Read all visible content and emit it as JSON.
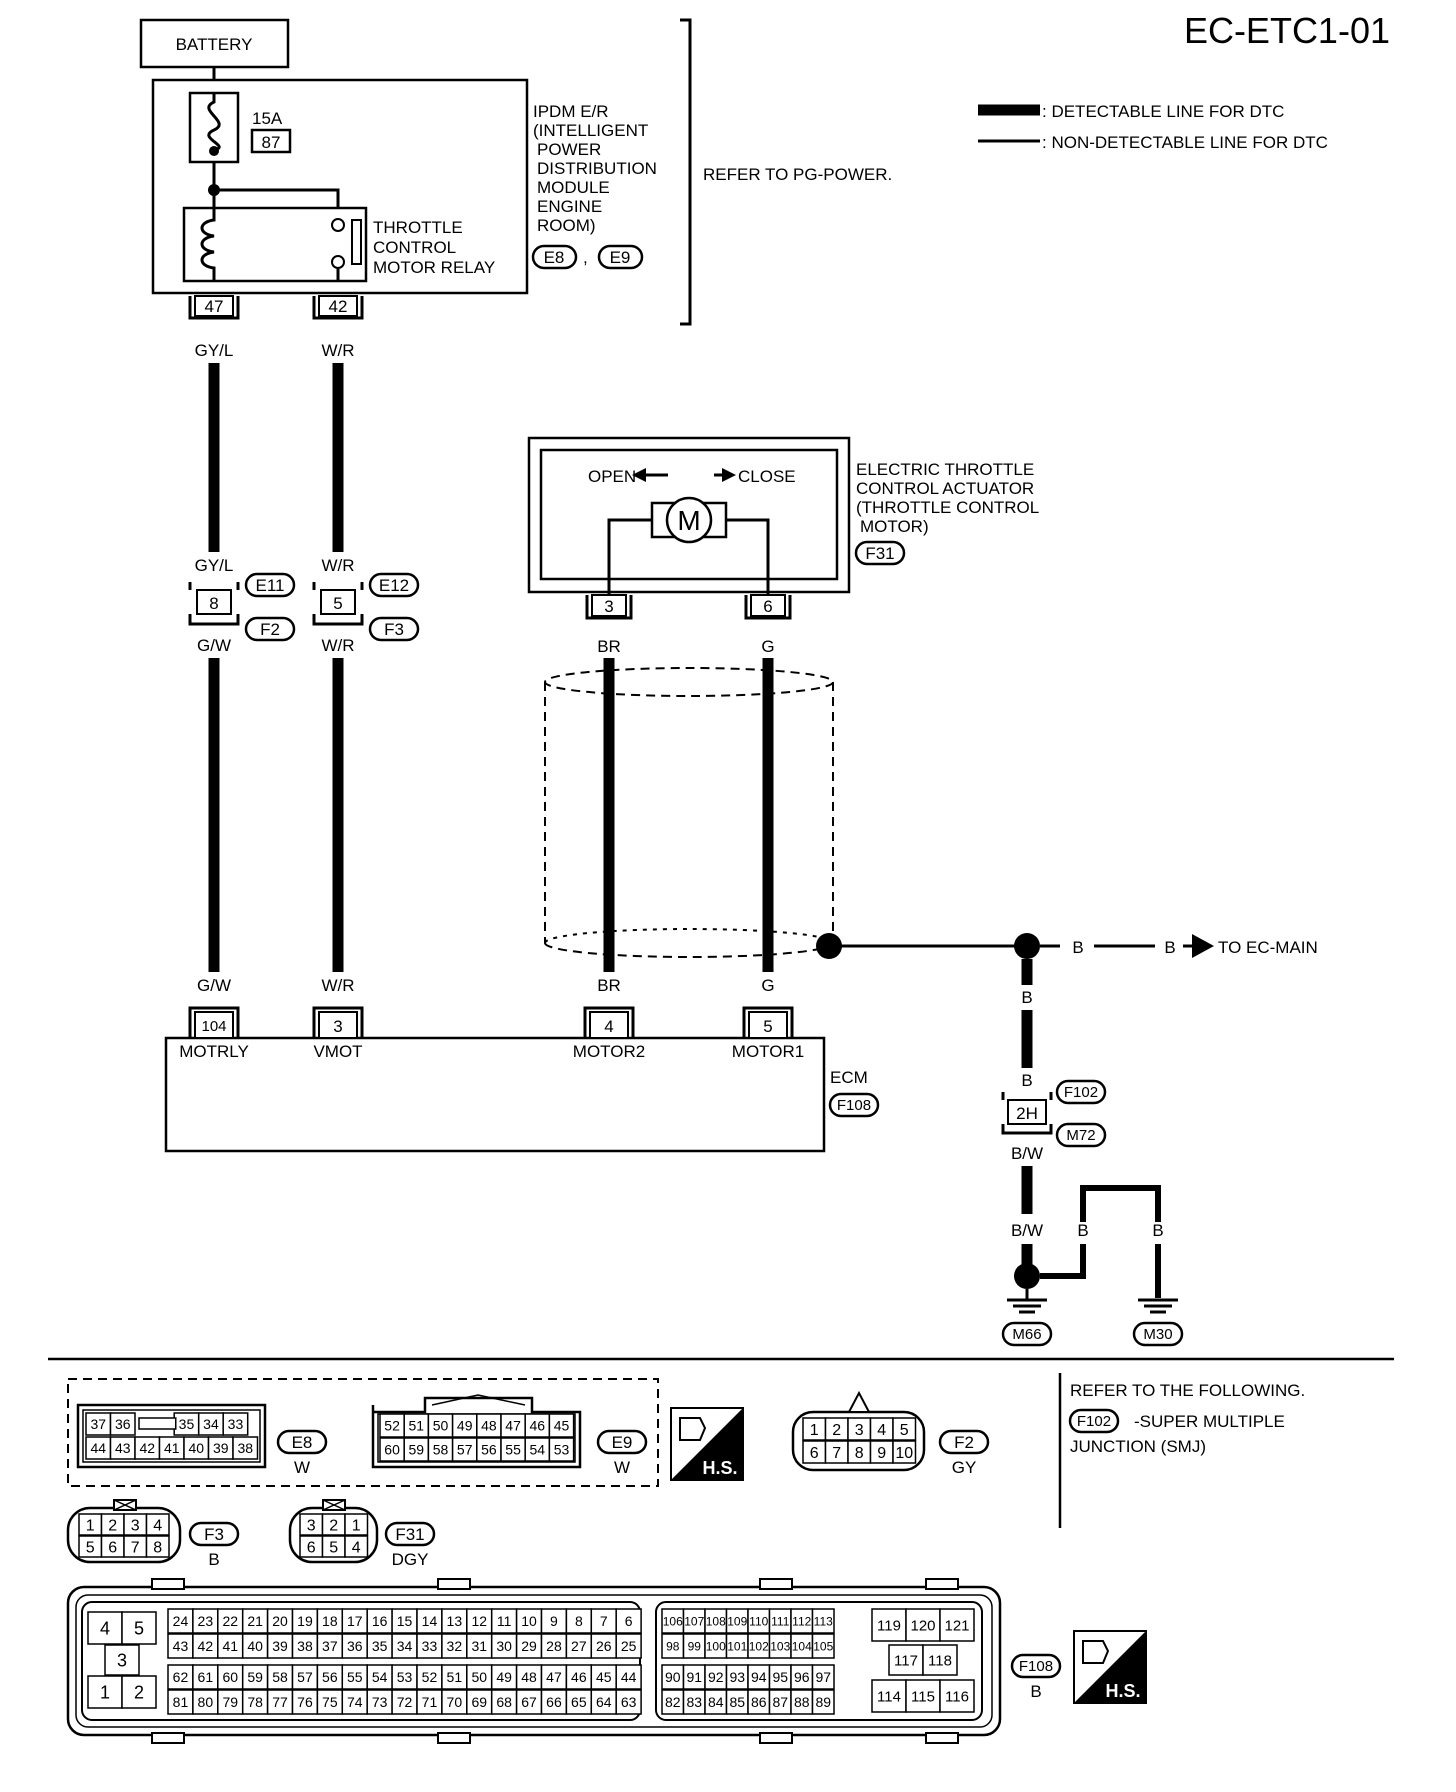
{
  "page_title": "EC-ETC1-01",
  "legend": {
    "detectable": ": DETECTABLE LINE FOR DTC",
    "non_detectable": ": NON-DETECTABLE LINE FOR DTC"
  },
  "battery": "BATTERY",
  "fuse": {
    "rating": "15A",
    "number": "87"
  },
  "relay_label": [
    "THROTTLE",
    "CONTROL",
    "MOTOR RELAY"
  ],
  "ipdm_label": [
    "IPDM E/R",
    "(INTELLIGENT",
    "POWER",
    "DISTRIBUTION",
    "MODULE",
    "ENGINE",
    "ROOM)"
  ],
  "ipdm_connectors": [
    "E8",
    "E9"
  ],
  "ipdm_comma": ",",
  "refer_pg": "REFER TO PG-POWER.",
  "pins_ipdm": [
    "47",
    "42"
  ],
  "wire_colors": {
    "gyl": "GY/L",
    "wr": "W/R",
    "gw": "G/W",
    "br": "BR",
    "g": "G",
    "b": "B",
    "bw": "B/W"
  },
  "joint_pins": [
    "8",
    "5"
  ],
  "joint_connectors": [
    "E11",
    "F2",
    "E12",
    "F3"
  ],
  "actuator": {
    "open": "OPEN",
    "close": "CLOSE",
    "motor": "M",
    "label": [
      "ELECTRIC THROTTLE",
      "CONTROL ACTUATOR",
      "(THROTTLE CONTROL",
      "MOTOR)"
    ],
    "connector": "F31",
    "pins": [
      "3",
      "6"
    ]
  },
  "ecm": {
    "pins": [
      "104",
      "3",
      "4",
      "5"
    ],
    "terminals": [
      "MOTRLY",
      "VMOT",
      "MOTOR2",
      "MOTOR1"
    ],
    "label": "ECM",
    "connector": "F108"
  },
  "to_ec_main": "TO EC-MAIN",
  "ground_joint": {
    "pin": "2H",
    "connectors": [
      "F102",
      "M72"
    ]
  },
  "grounds": [
    "M66",
    "M30"
  ],
  "refer_following": "REFER TO THE FOLLOWING.",
  "smj": {
    "connector": "F102",
    "text1": "-SUPER MULTIPLE",
    "text2": "JUNCTION (SMJ)"
  },
  "hs": "H.S.",
  "connector_views": {
    "e8": {
      "name": "E8",
      "color": "W",
      "row1": [
        "37",
        "36",
        "",
        "35",
        "34",
        "33"
      ],
      "row2": [
        "44",
        "43",
        "42",
        "41",
        "40",
        "39",
        "38"
      ]
    },
    "e9": {
      "name": "E9",
      "color": "W",
      "row1": [
        "52",
        "51",
        "50",
        "49",
        "48",
        "47",
        "46",
        "45"
      ],
      "row2": [
        "60",
        "59",
        "58",
        "57",
        "56",
        "55",
        "54",
        "53"
      ]
    },
    "f2": {
      "name": "F2",
      "color": "GY",
      "row1": [
        "1",
        "2",
        "3",
        "4",
        "5"
      ],
      "row2": [
        "6",
        "7",
        "8",
        "9",
        "10"
      ]
    },
    "f3": {
      "name": "F3",
      "color": "B",
      "row1": [
        "1",
        "2",
        "3",
        "4"
      ],
      "row2": [
        "5",
        "6",
        "7",
        "8"
      ]
    },
    "f31": {
      "name": "F31",
      "color": "DGY",
      "row1": [
        "3",
        "2",
        "1"
      ],
      "row2": [
        "6",
        "5",
        "4"
      ]
    },
    "f108": {
      "name": "F108",
      "color": "B",
      "left": {
        "top": [
          "4",
          "5"
        ],
        "mid": "3",
        "bot": [
          "1",
          "2"
        ]
      },
      "a1": [
        "24",
        "23",
        "22",
        "21",
        "20",
        "19",
        "18",
        "17",
        "16",
        "15",
        "14",
        "13",
        "12",
        "11",
        "10",
        "9",
        "8",
        "7",
        "6"
      ],
      "a2": [
        "43",
        "42",
        "41",
        "40",
        "39",
        "38",
        "37",
        "36",
        "35",
        "34",
        "33",
        "32",
        "31",
        "30",
        "29",
        "28",
        "27",
        "26",
        "25"
      ],
      "a3": [
        "62",
        "61",
        "60",
        "59",
        "58",
        "57",
        "56",
        "55",
        "54",
        "53",
        "52",
        "51",
        "50",
        "49",
        "48",
        "47",
        "46",
        "45",
        "44"
      ],
      "a4": [
        "81",
        "80",
        "79",
        "78",
        "77",
        "76",
        "75",
        "74",
        "73",
        "72",
        "71",
        "70",
        "69",
        "68",
        "67",
        "66",
        "65",
        "64",
        "63"
      ],
      "b1": [
        "106",
        "107",
        "108",
        "109",
        "110",
        "111",
        "112",
        "113"
      ],
      "b2": [
        "98",
        "99",
        "100",
        "101",
        "102",
        "103",
        "104",
        "105"
      ],
      "b3": [
        "90",
        "91",
        "92",
        "93",
        "94",
        "95",
        "96",
        "97"
      ],
      "b4": [
        "82",
        "83",
        "84",
        "85",
        "86",
        "87",
        "88",
        "89"
      ],
      "c1": [
        "119",
        "120",
        "121"
      ],
      "c2": [
        "117",
        "118"
      ],
      "c3": [
        "114",
        "115",
        "116"
      ]
    }
  }
}
